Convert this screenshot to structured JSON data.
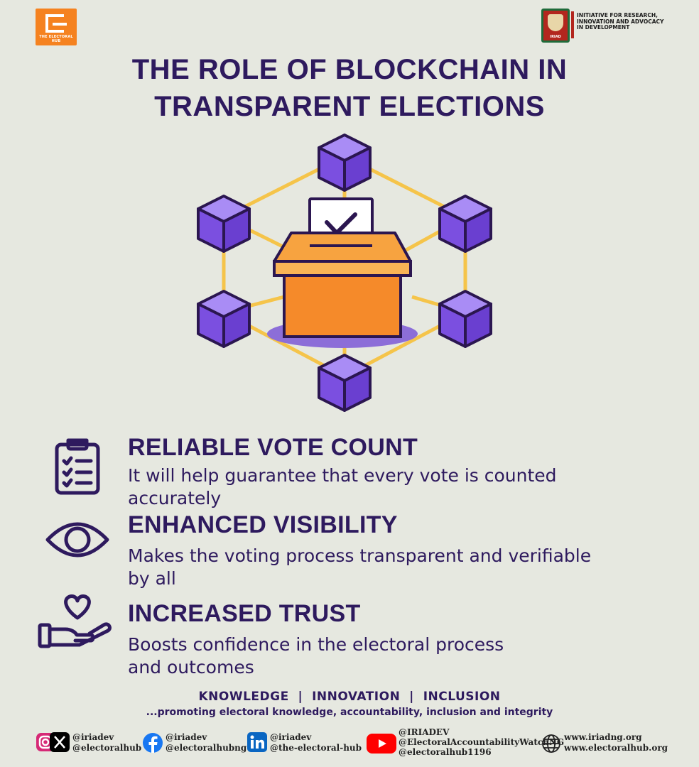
{
  "logos": {
    "left_caption": "THE ELECTORAL HUB",
    "right_shield_label": "IRIAD",
    "right_text": [
      "INITIATIVE FOR RESEARCH,",
      "INNOVATION AND ADVOCACY",
      "IN DEVELOPMENT"
    ]
  },
  "title": [
    "THE ROLE OF BLOCKCHAIN IN",
    "TRANSPARENT ELECTIONS"
  ],
  "features": [
    {
      "heading": "RELIABLE VOTE COUNT",
      "lines": [
        "It will help guarantee that every vote is counted",
        "accurately"
      ],
      "icon": "clipboard-checklist-icon"
    },
    {
      "heading": "ENHANCED VISIBILITY",
      "lines": [
        "Makes the voting process transparent and verifiable",
        "by all"
      ],
      "icon": "eye-icon"
    },
    {
      "heading": "INCREASED TRUST",
      "lines": [
        "Boosts confidence in the electoral process",
        "and outcomes"
      ],
      "icon": "hand-heart-icon"
    }
  ],
  "tagline": "KNOWLEDGE  |  INNOVATION  |  INCLUSION",
  "slogan": "...promoting electoral knowledge, accountability, inclusion and integrity",
  "socials": {
    "instagram_x": [
      "@iriadev",
      "@electoralhub"
    ],
    "facebook": [
      "@iriadev",
      "@electoralhubng"
    ],
    "linkedin": [
      "@iriadev",
      "@the-electoral-hub"
    ],
    "youtube": [
      "@IRIADEV",
      "@ElectoralAccountabilityWatchNG",
      "@electoralhub1196"
    ],
    "web": [
      "www.iriadng.org",
      "www.electoralhub.org"
    ]
  },
  "colors": {
    "background": "#e6e8e0",
    "title": "#2e1a5e",
    "cube": "#7b4fe0",
    "box": "#f58a2a",
    "links": "#f5c44a"
  }
}
